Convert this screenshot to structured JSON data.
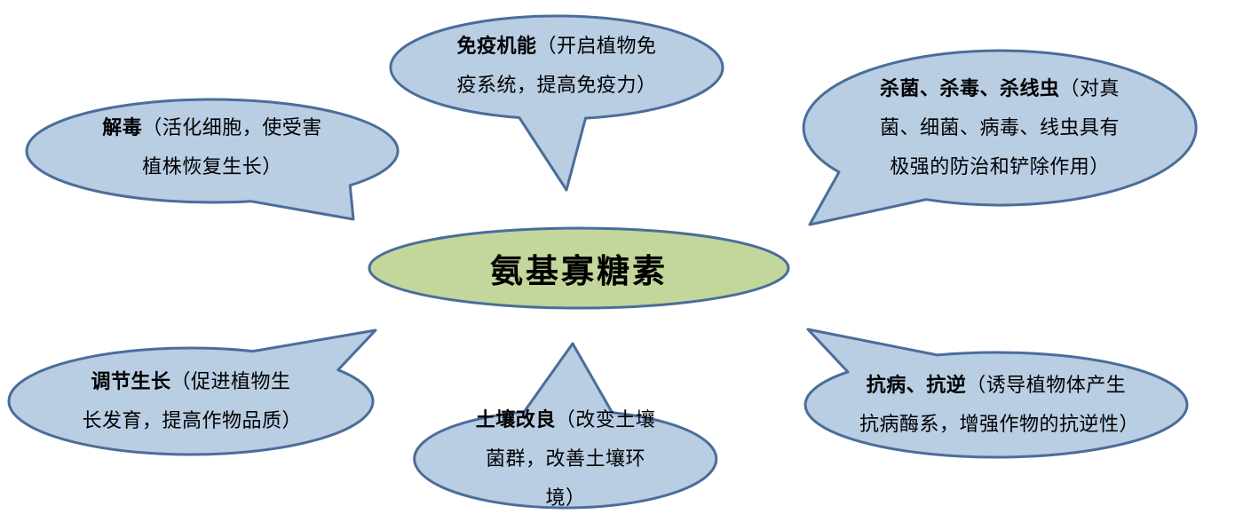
{
  "diagram": {
    "center": {
      "label": "氨基寡糖素"
    },
    "callouts": {
      "top_left": {
        "term": "解毒",
        "desc": "（活化细胞，使受害植株恢复生长）"
      },
      "top_center": {
        "term": "免疫机能",
        "desc": "（开启植物免疫系统，提高免疫力）"
      },
      "top_right": {
        "term": "杀菌、杀毒、杀线虫",
        "desc": "（对真菌、细菌、病毒、线虫具有极强的防治和铲除作用）"
      },
      "bottom_left": {
        "term": "调节生长",
        "desc": "（促进植物生长发育，提高作物品质）"
      },
      "bottom_center": {
        "term": "土壤改良",
        "desc": "（改变土壤菌群，改善土壤环境）"
      },
      "bottom_right": {
        "term": "抗病、抗逆",
        "desc": "（诱导植物体产生抗病酶系，增强作物的抗逆性）"
      }
    },
    "colors": {
      "callout_fill": "#b9cde3",
      "callout_border": "#4a6d9b",
      "center_fill": "#c3d69b",
      "center_border": "#4a6d9b",
      "text": "#000000"
    }
  }
}
